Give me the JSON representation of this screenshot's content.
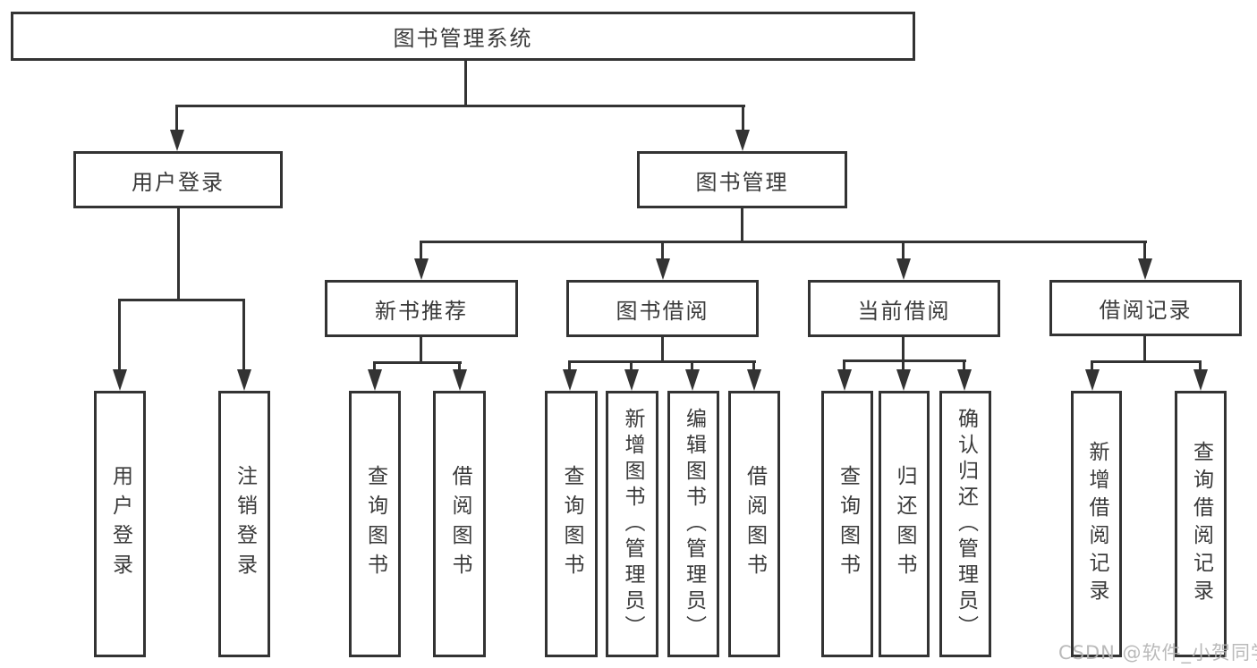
{
  "diagram": {
    "watermark": "CSDN @软件_小贺同学",
    "colors": {
      "line": "#333333",
      "text": "#3a3a3a",
      "background": "#ffffff",
      "watermark": "#b2b2b2"
    },
    "nodes": {
      "root": "图书管理系统",
      "user_login": "用户登录",
      "book_mgmt": "图书管理",
      "new_book_rec": "新书推荐",
      "book_borrow": "图书借阅",
      "current_borrow": "当前借阅",
      "borrow_records": "借阅记录",
      "ul_login": "用户登录",
      "ul_logout": "注销登录",
      "nb_query": "查询图书",
      "nb_borrow": "借阅图书",
      "bb_query": "查询图书",
      "bb_add": "新增图书（管理员）",
      "bb_edit": "编辑图书（管理员）",
      "bb_borrow": "借阅图书",
      "cb_query": "查询图书",
      "cb_return": "归还图书",
      "cb_confirm": "确认归还（管理员）",
      "br_add": "新增借阅记录",
      "br_query": "查询借阅记录"
    },
    "hierarchy": {
      "图书管理系统": {
        "用户登录": [
          "用户登录",
          "注销登录"
        ],
        "图书管理": {
          "新书推荐": [
            "查询图书",
            "借阅图书"
          ],
          "图书借阅": [
            "查询图书",
            "新增图书（管理员）",
            "编辑图书（管理员）",
            "借阅图书"
          ],
          "当前借阅": [
            "查询图书",
            "归还图书",
            "确认归还（管理员）"
          ],
          "借阅记录": [
            "新增借阅记录",
            "查询借阅记录"
          ]
        }
      }
    }
  }
}
